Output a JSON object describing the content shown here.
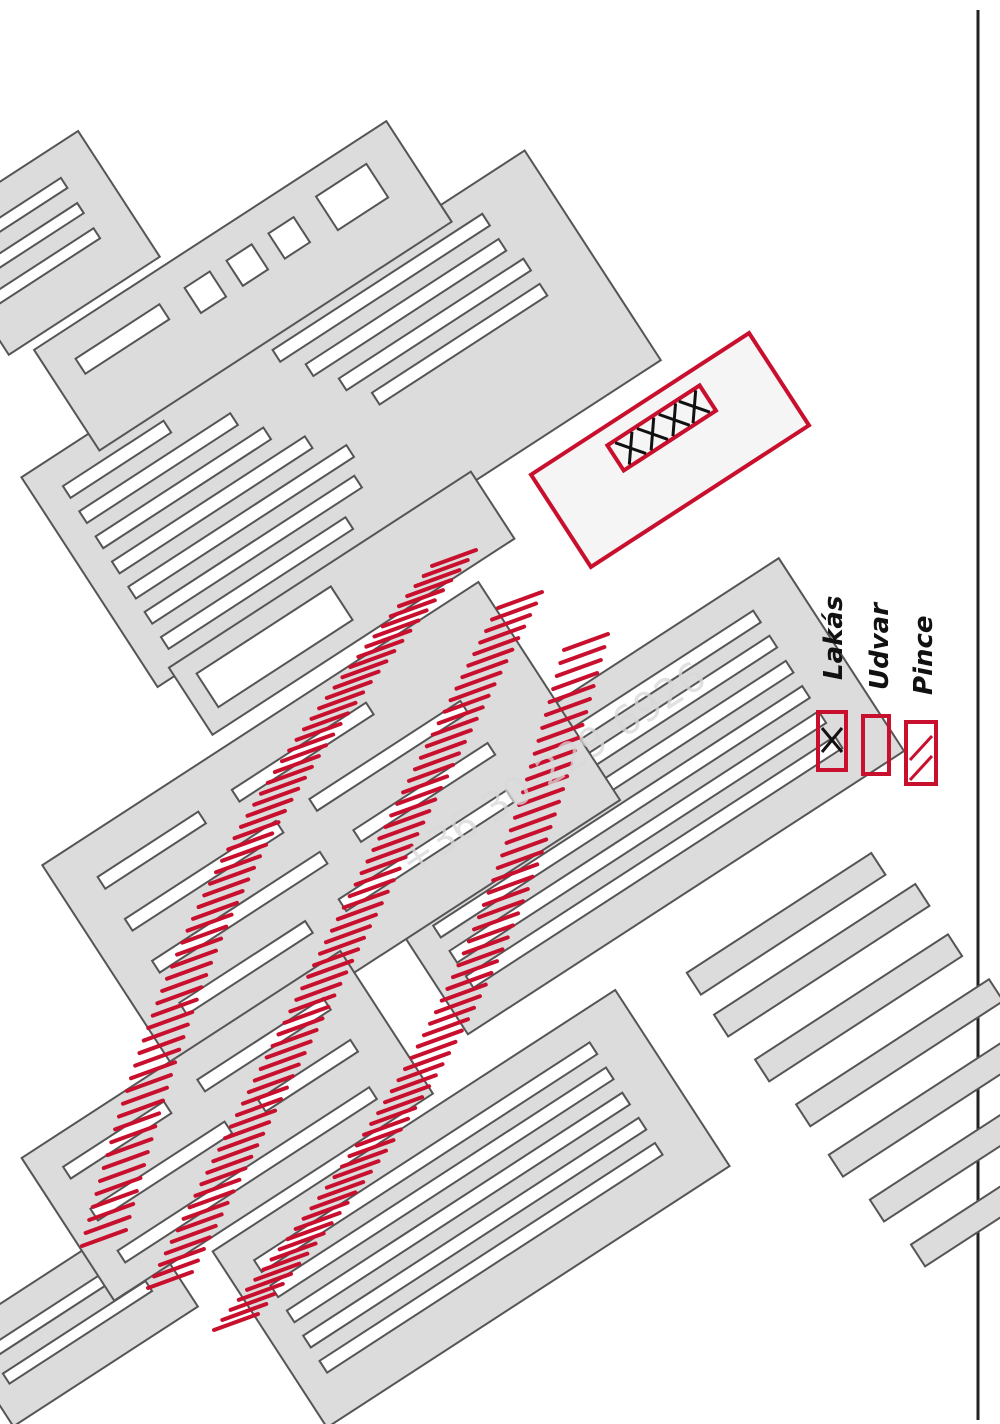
{
  "legend": {
    "items": [
      {
        "label": "Lakás",
        "pattern": "crosshatch"
      },
      {
        "label": "Udvar",
        "pattern": "outline"
      },
      {
        "label": "Pince",
        "pattern": "hatched"
      }
    ]
  },
  "watermark": "+36 30-229-6926",
  "colors": {
    "accent": "#c8102e",
    "building_fill": "#dcdcdc",
    "building_stroke": "#555555"
  },
  "icons": {
    "legend_lakas": "crosshatch-swatch-icon",
    "legend_udvar": "outline-swatch-icon",
    "legend_pince": "hatch-swatch-icon"
  }
}
